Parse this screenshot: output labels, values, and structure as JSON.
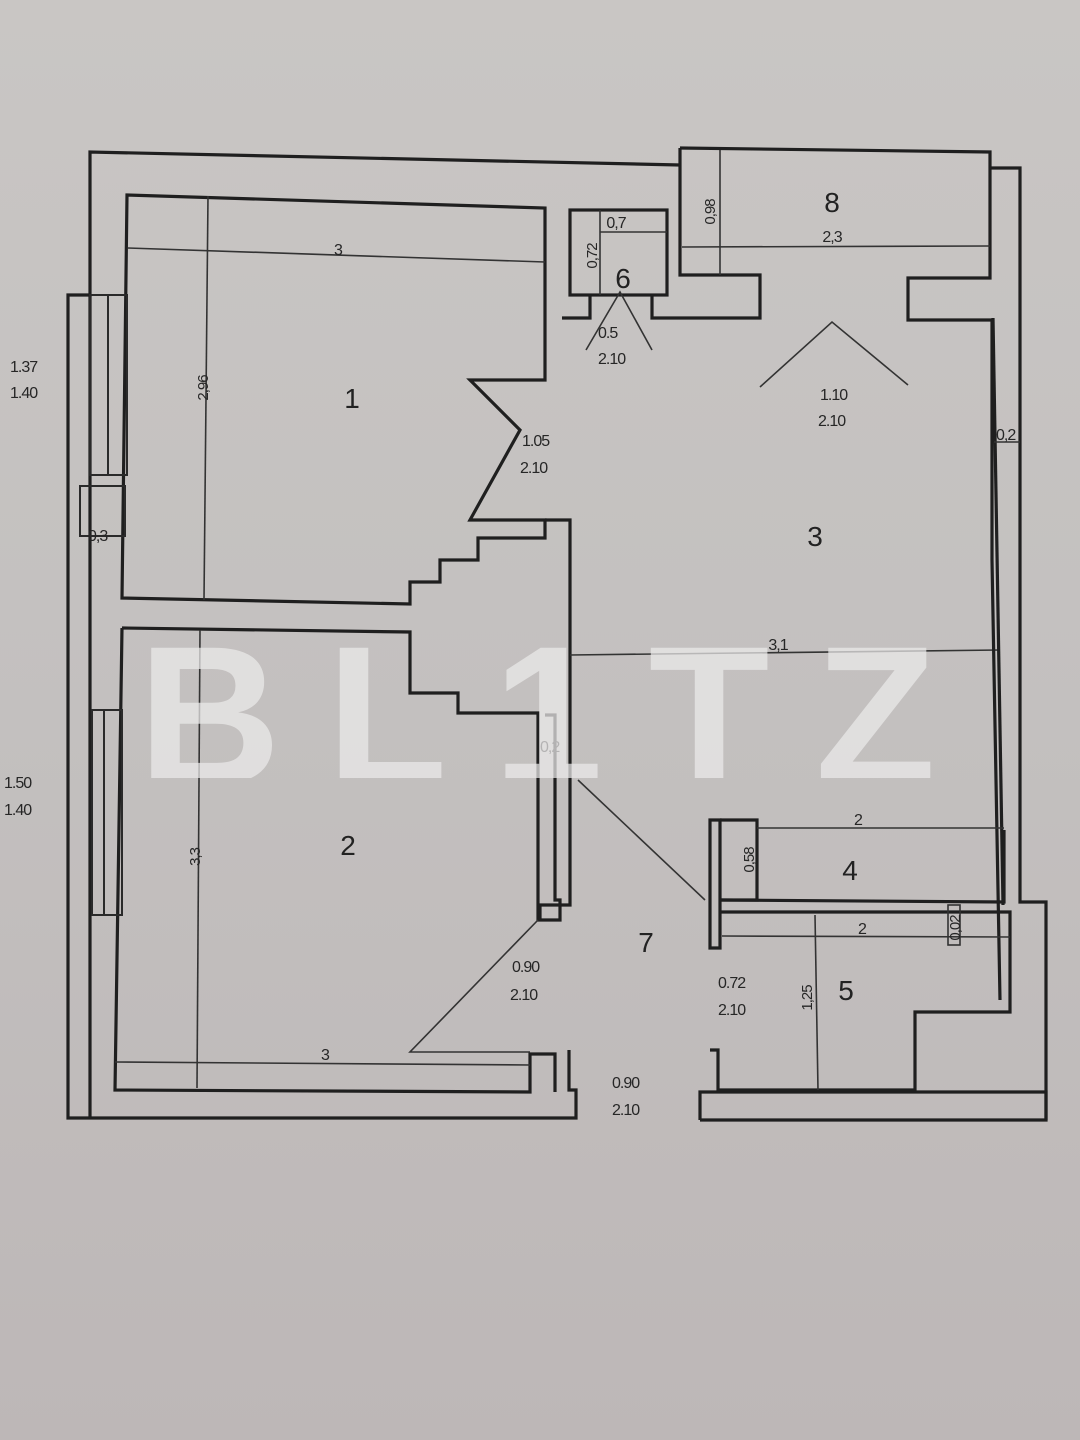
{
  "plan": {
    "rooms": [
      {
        "id": "1",
        "label": "1",
        "width": "3",
        "length": "2,96"
      },
      {
        "id": "2",
        "label": "2",
        "width": "3",
        "length": "3,3"
      },
      {
        "id": "3",
        "label": "3",
        "width": "3,1"
      },
      {
        "id": "4",
        "label": "4",
        "width": "2",
        "length": "0,58"
      },
      {
        "id": "5",
        "label": "5",
        "width": "2",
        "length": "1,25"
      },
      {
        "id": "6",
        "label": "6",
        "width": "0,7",
        "length": "0,72"
      },
      {
        "id": "7",
        "label": "7"
      },
      {
        "id": "8",
        "label": "8",
        "width": "2,3",
        "length": "0,98"
      }
    ],
    "windows": [
      {
        "width": "1.37",
        "height": "1.40"
      },
      {
        "width": "1.50",
        "height": "1.40"
      }
    ],
    "doors": [
      {
        "room": "6",
        "width": "0.5",
        "height": "2.10"
      },
      {
        "room": "1",
        "width": "1.05",
        "height": "2.10"
      },
      {
        "room": "8",
        "width": "1.10",
        "height": "2.10"
      },
      {
        "room": "2",
        "width": "0.90",
        "height": "2.10"
      },
      {
        "room": "5",
        "width": "0.72",
        "height": "2.10"
      },
      {
        "room": "entrance",
        "width": "0.90",
        "height": "2.10"
      }
    ],
    "walls": {
      "left_pier": "0,3",
      "right_wall": "0,2",
      "center_wall": "0,2",
      "partition_4_5": "0,02"
    }
  },
  "watermark": {
    "text": "BL1TZ",
    "letters": [
      "B",
      "L",
      "1",
      "T",
      "Z"
    ]
  }
}
